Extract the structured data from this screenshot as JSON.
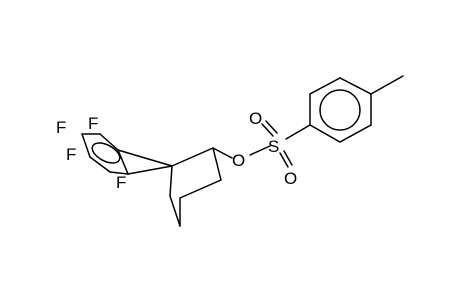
{
  "atoms": {
    "F1": "F",
    "F2": "F",
    "F3": "F",
    "F4": "F",
    "O_ester": "O",
    "S": "S",
    "O_top": "O",
    "O_bottom": "O"
  },
  "colors": {
    "background": "#ffffff",
    "ink": "#000000"
  }
}
